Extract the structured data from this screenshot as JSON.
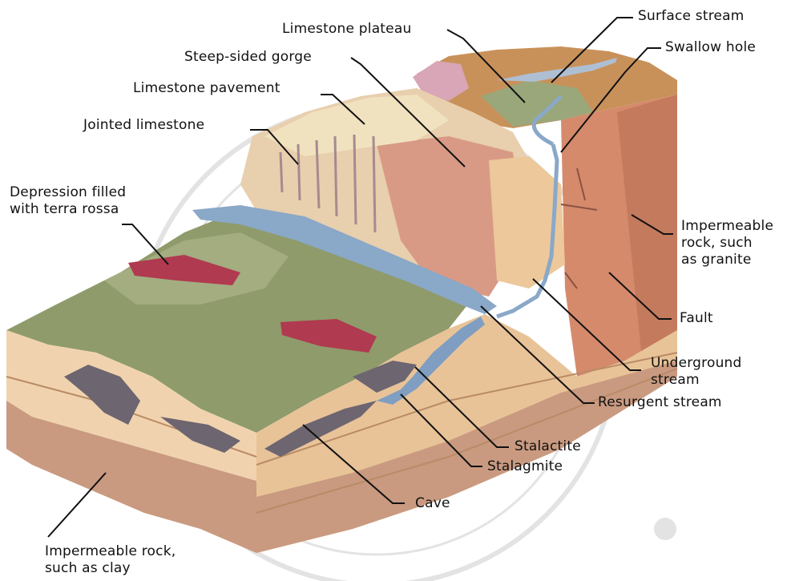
{
  "labels": {
    "limestone_plateau": "Limestone plateau",
    "surface_stream": "Surface stream",
    "swallow_hole": "Swallow hole",
    "steep_sided_gorge": "Steep-sided gorge",
    "limestone_pavement": "Limestone pavement",
    "jointed_limestone": "Jointed limestone",
    "depression_filled_with_terra_rossa": "Depression filled\nwith terra rossa",
    "impermeable_rock_granite": "Impermeable\nrock, such\nas granite",
    "fault": "Fault",
    "underground_stream": "Underground\nstream",
    "resurgent_stream": "Resurgent stream",
    "stalactite": "Stalactite",
    "stalagmite": "Stalagmite",
    "cave": "Cave",
    "impermeable_rock_clay": "Impermeable rock,\nsuch as clay"
  },
  "colors": {
    "limestone_green": "#8f9b6b",
    "limestone_cliff": "#e8cfae",
    "gorge_wall": "#d99a85",
    "granite": "#d58a6c",
    "granite_shadow": "#b8745a",
    "clay": "#c99a80",
    "terra_rossa": "#b03a4f",
    "water": "#8aa8c8",
    "cave": "#6d6570",
    "bedding": "#f0d3ae"
  }
}
